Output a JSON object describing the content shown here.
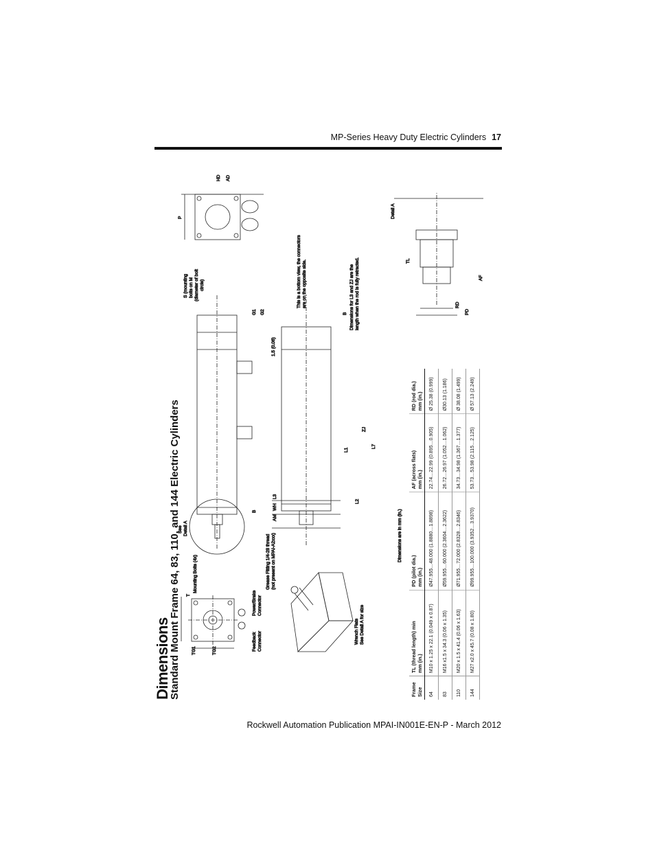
{
  "header": {
    "text": "MP-Series Heavy Duty Electric Cylinders",
    "page_number": "17"
  },
  "footer": {
    "text": "Rockwell Automation Publication MPAI-IN001E-EN-P - March 2012"
  },
  "section_title": "Dimensions",
  "subtitle": "Standard Mount Frame 64, 83, 110, and 144 Electric Cylinders",
  "drawing_labels": {
    "tg1": "TG1",
    "tg2": "TG2",
    "t": "T",
    "mounting_bolts": "Mounting Bolts (4x)",
    "power_brake": "Power/Brake",
    "connector": "Connector",
    "feedback": "Feedback",
    "grease_1": "Grease Fitting 1/4-28 thread",
    "grease_2": "(not present on MPAI-A2xxx)",
    "wrench_1": "Wrench Flats",
    "wrench_2": "See Detail A for size",
    "see": "See",
    "detail_a": "Detail A",
    "b": "B",
    "am": "AM",
    "wh": "WH",
    "l3": "L3",
    "l1": "L1",
    "l2": "L2",
    "zj": "ZJ",
    "l7": "L7",
    "dim_15": "1.5 (0.06)",
    "g1": "G1",
    "g2": "G2",
    "s1": "S (mounting",
    "s2": "bolts on M",
    "s3": "(diameter of bolt",
    "s4": "circle)",
    "p": "P",
    "ad": "AD",
    "hd": "HD",
    "note1_1": "This is a bottom view, the connectors",
    "note1_2": "are on the opposite side.",
    "note2_1": "Dimensions for L3 and ZJ are the",
    "note2_2": "length when the rod is fully retracted.",
    "tl": "TL",
    "rd": "RD",
    "pd": "PD",
    "af": "AF",
    "dims_mm": "Dimensions are in mm (in.)"
  },
  "table": {
    "headers": [
      [
        "Frame",
        "Size"
      ],
      [
        "TL (thread length) min",
        "mm (in.)"
      ],
      [
        "PD (pilot dia.)",
        "mm (in.)"
      ],
      [
        "AF (across flats)",
        "mm (in.)"
      ],
      [
        "RD (rod dia.)",
        "mm (in.)"
      ]
    ],
    "rows": [
      [
        "64",
        "M10 x 1.25 x 22.1 (0.049 x 0.87)",
        "Ø47.955…48.000 (1.8880…1.8898)",
        "22.74…22.99 (0.895…0.905)",
        "Ø 25.38 (0.999)"
      ],
      [
        "83",
        "M16 x1.5 x 34.3 (0.06 x 1.35)",
        "Ø59.955…60.000 (2.3604…2.3622)",
        "26.72…26.97 (1.052…1.062)",
        "Ø30.13 (1.186)"
      ],
      [
        "110",
        "M20 x 1.5 x 41.4 (0.06 x 1.63)",
        "Ø71.955…72.000 (2.8328…2.8346)",
        "34.73…34.98 (1.367…1.377)",
        "Ø 38.08 (1.499)"
      ],
      [
        "144",
        "M27 x2.0 x 45.7 (0.08 x 1.80)",
        "Ø99.955…100.000 (3.9352…3.9370)",
        "53.73…53.98 (2.115…2.125)",
        "Ø 57.13 (2.249)"
      ]
    ]
  }
}
